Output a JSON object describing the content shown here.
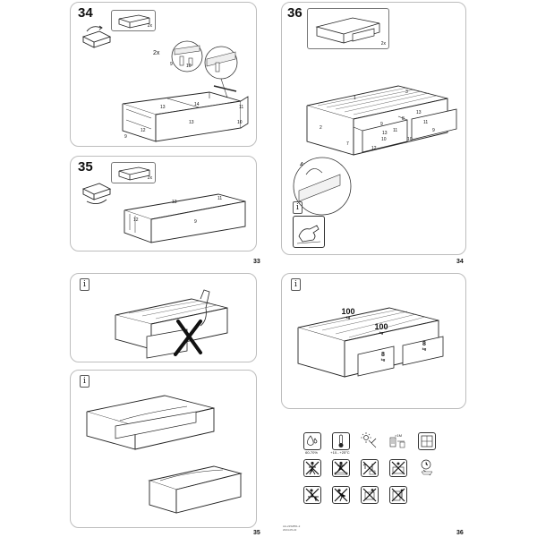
{
  "pages": [
    {
      "number": "33",
      "steps": [
        {
          "label": "34",
          "thumb_count": "2x",
          "callouts": [
            "2x",
            "2x"
          ],
          "parts": [
            "11",
            "12",
            "13",
            "13",
            "14",
            "9",
            "10"
          ],
          "screws": [
            "9",
            "10"
          ]
        },
        {
          "label": "35",
          "thumb_count": "2x",
          "parts": [
            "13",
            "11",
            "12",
            "9"
          ]
        }
      ]
    },
    {
      "number": "34",
      "steps": [
        {
          "label": "36",
          "thumb_count": "2x",
          "callouts": [
            "4x"
          ],
          "parts": [
            "1",
            "3",
            "2",
            "7",
            "8",
            "9",
            "10",
            "11",
            "12",
            "13",
            "11",
            "9",
            "10",
            "13"
          ]
        }
      ]
    },
    {
      "number": "35",
      "info_glyph": "i"
    },
    {
      "number": "36",
      "info_glyph": "i",
      "weights": [
        {
          "value": "100",
          "unit": "kg"
        },
        {
          "value": "100",
          "unit": "kg"
        },
        {
          "value": "8",
          "unit": "kg"
        },
        {
          "value": "8",
          "unit": "kg"
        }
      ],
      "care_icons": [
        {
          "name": "humidity-icon",
          "label": "60-70%"
        },
        {
          "name": "thermometer-icon",
          "label": "+10...+25°C"
        },
        {
          "name": "sunlight-icon",
          "label": ""
        },
        {
          "name": "heater-distance-icon",
          "label": ">1M"
        },
        {
          "name": "window-icon",
          "label": ""
        },
        {
          "name": "no-standing-icon",
          "label": ""
        },
        {
          "name": "no-jumping-icon",
          "label": ""
        },
        {
          "name": "no-stacking-icon",
          "label": ""
        },
        {
          "name": "no-climbing-icon",
          "label": ""
        },
        {
          "name": "clock-icon",
          "label": ""
        },
        {
          "name": "no-sitting-icon",
          "label": ""
        },
        {
          "name": "no-leaning-icon",
          "label": ""
        },
        {
          "name": "no-tilting-icon",
          "label": ""
        },
        {
          "name": "no-lifting-icon",
          "label": ""
        }
      ],
      "footer_code": "AA-2152851-2",
      "footer_date": "2024-05-22"
    }
  ]
}
